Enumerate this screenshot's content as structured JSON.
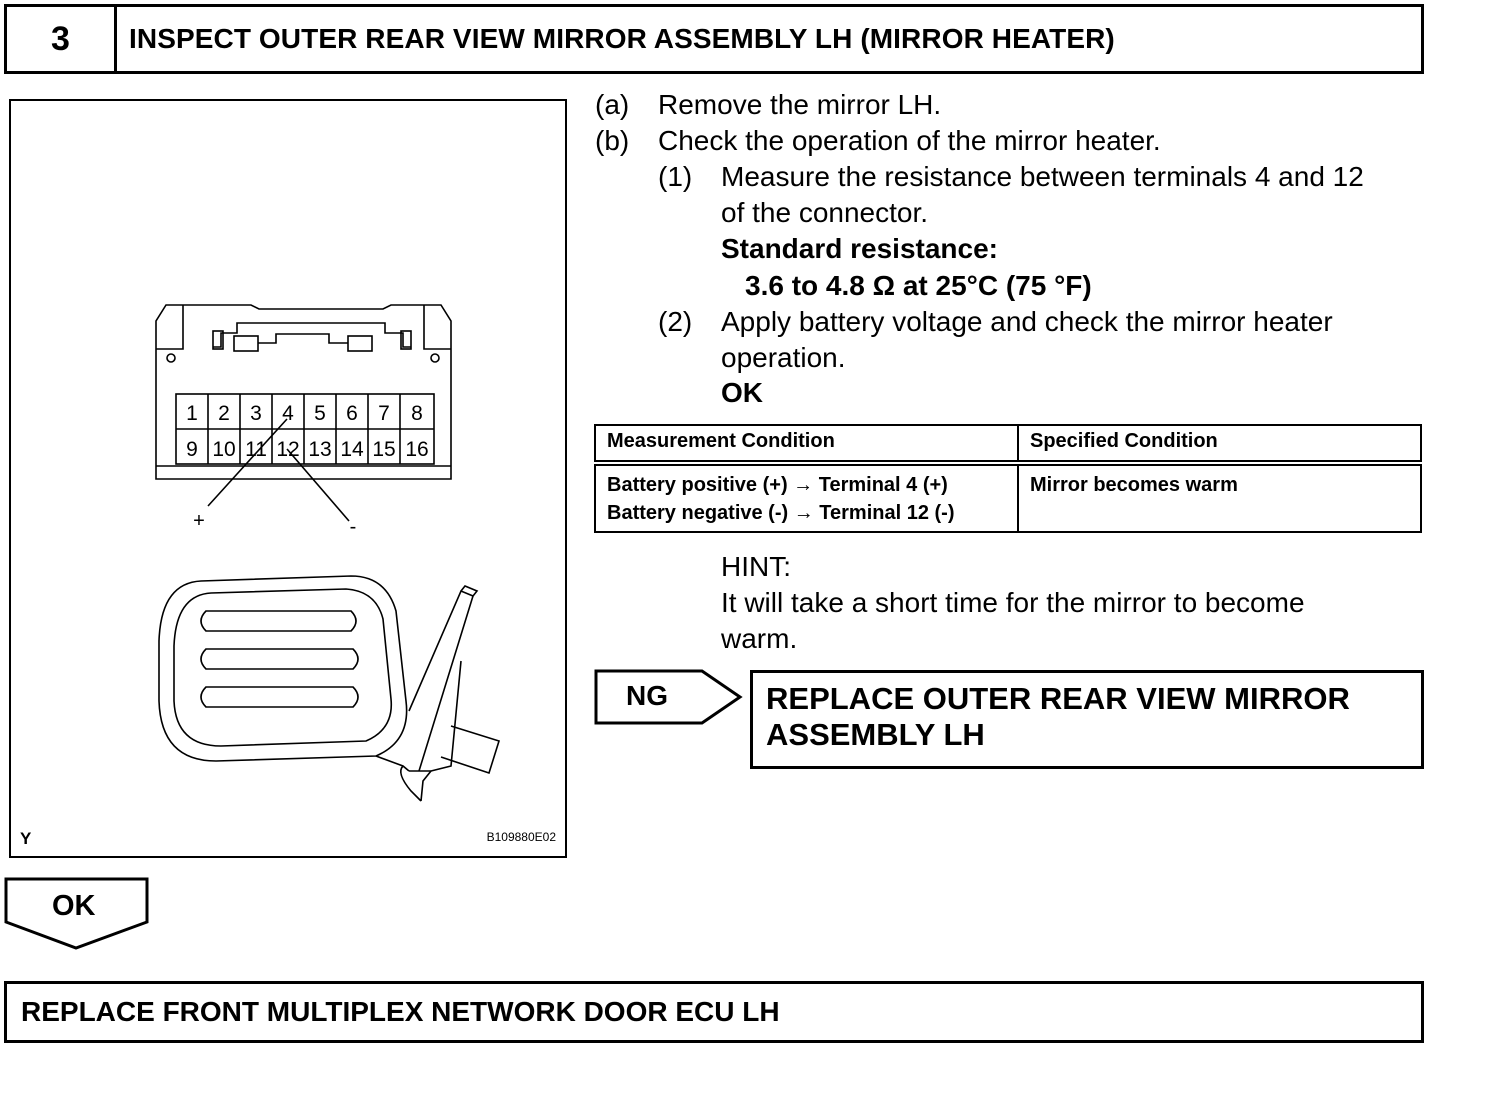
{
  "header": {
    "step_number": "3",
    "title": "INSPECT OUTER REAR VIEW MIRROR ASSEMBLY LH (MIRROR HEATER)"
  },
  "figure": {
    "connector_row1": [
      "1",
      "2",
      "3",
      "4",
      "5",
      "6",
      "7",
      "8"
    ],
    "connector_row2": [
      "9",
      "10",
      "11",
      "12",
      "13",
      "14",
      "15",
      "16"
    ],
    "plus_label": "+",
    "minus_label": "-",
    "corner_label": "Y",
    "code": "B109880E02"
  },
  "instructions": {
    "a_marker": "(a)",
    "a_text": "Remove the mirror LH.",
    "b_marker": "(b)",
    "b_text": "Check the operation of the mirror heater.",
    "s1_marker": "(1)",
    "s1_text_1": "Measure the resistance between terminals 4 and 12",
    "s1_text_2": "of the connector.",
    "standard_label": "Standard resistance:",
    "standard_value": "3.6 to 4.8 Ω at 25°C (75 °F)",
    "s2_marker": "(2)",
    "s2_text_1": "Apply battery voltage and check the mirror heater",
    "s2_text_2": "operation.",
    "ok_text": "OK"
  },
  "table": {
    "headers": [
      "Measurement Condition",
      "Specified Condition"
    ],
    "row_condition_1": "Battery positive (+) → Terminal 4 (+)",
    "row_condition_2": "Battery negative (-) → Terminal 12 (-)",
    "row_specified": "Mirror becomes warm"
  },
  "hint": {
    "label": "HINT:",
    "line1": "It will take a short time for the mirror to become",
    "line2": "warm."
  },
  "ng": {
    "label": "NG",
    "action_line1": "REPLACE OUTER REAR VIEW MIRROR",
    "action_line2": "ASSEMBLY LH"
  },
  "ok_branch": {
    "label": "OK",
    "action": "REPLACE FRONT MULTIPLEX NETWORK DOOR ECU LH"
  }
}
